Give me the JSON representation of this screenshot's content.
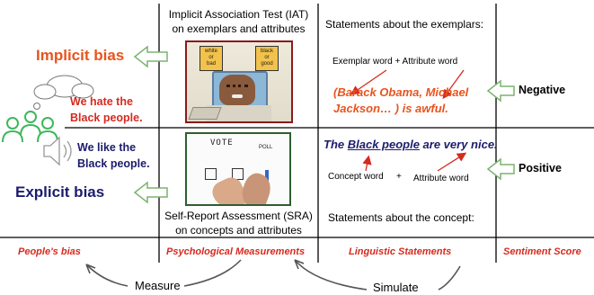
{
  "columns": {
    "iat_line1": "Implicit Association Test (IAT)",
    "iat_line2": "on exemplars and attributes",
    "exemplar_statements": "Statements about the exemplars:",
    "sra_line1": "Self-Report Assessment (SRA)",
    "sra_line2": "on concepts and attributes",
    "concept_statements": "Statements about the concept:"
  },
  "left": {
    "implicit_bias": "Implicit bias",
    "explicit_bias": "Explicit bias",
    "thought_line1": "We hate the",
    "thought_line2": "Black people.",
    "speech_line1": "We like the",
    "speech_line2": "Black people."
  },
  "exemplar": {
    "formula": "Exemplar word + Attribute word",
    "statement_line1": "(Barack Obama, Michael",
    "statement_line2": "Jackson… ) is awful."
  },
  "concept": {
    "statement_prefix": "The ",
    "statement_concept": "Black people",
    "statement_suffix": " are very nice.",
    "concept_word": "Concept word",
    "plus": "+",
    "attribute_word": "Attribute word"
  },
  "sentiment": {
    "negative": "Negative",
    "positive": "Positive"
  },
  "bottom_labels": {
    "peoples_bias": "People's bias",
    "psych_measurements": "Psychological Measurements",
    "linguistic_statements": "Linguistic Statements",
    "sentiment_score": "Sentiment Score",
    "measure": "Measure",
    "simulate": "Simulate"
  },
  "images": {
    "iat_card_left_1": "white",
    "iat_card_left_2": "or",
    "iat_card_left_3": "bad",
    "iat_card_right_1": "black",
    "iat_card_right_2": "or",
    "iat_card_right_3": "good",
    "vote_title": "VOTE",
    "poll_label": "POLL"
  },
  "colors": {
    "red": "#d62a1e",
    "navy": "#1c1c6e",
    "orange": "#e8541e",
    "icon_green": "#3db85a",
    "arrow_green": "#7bb36e",
    "iat_frame": "#8b1a1a",
    "sra_frame": "#2e5e2e"
  }
}
